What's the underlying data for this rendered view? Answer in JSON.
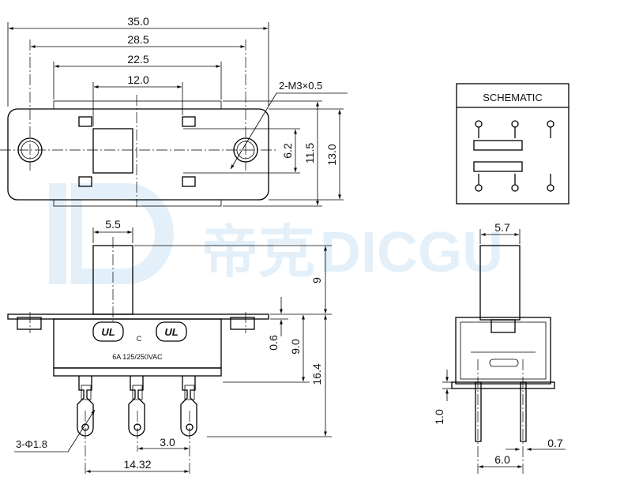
{
  "watermark": {
    "brand_cn": "帝克",
    "brand_en": "DICGU"
  },
  "schematic": {
    "title": "SCHEMATIC"
  },
  "top_view": {
    "dims": {
      "overall_length": "35.0",
      "hole_pitch": "28.5",
      "body_length": "22.5",
      "slot_length": "12.0",
      "slot_height": "6.2",
      "body_height": "11.5",
      "overall_height": "13.0"
    },
    "callout_thread": "2-M3×0.5"
  },
  "front_view": {
    "dims": {
      "actuator_width": "5.5",
      "actuator_height": "9",
      "flange_thickness": "0.6",
      "body_height": "9.0",
      "height_to_pins": "16.4",
      "pin_pitch": "3.0",
      "pin_span": "14.32"
    },
    "callout_hole": "3-Φ1.8",
    "marking_rating": "6A 125/250VAC",
    "marking_c": "C",
    "ul_mark": "UL"
  },
  "side_view": {
    "dims": {
      "actuator_width": "5.7",
      "pin_offset": "1.0",
      "pin_spacing": "6.0",
      "pin_thickness": "0.7"
    }
  }
}
